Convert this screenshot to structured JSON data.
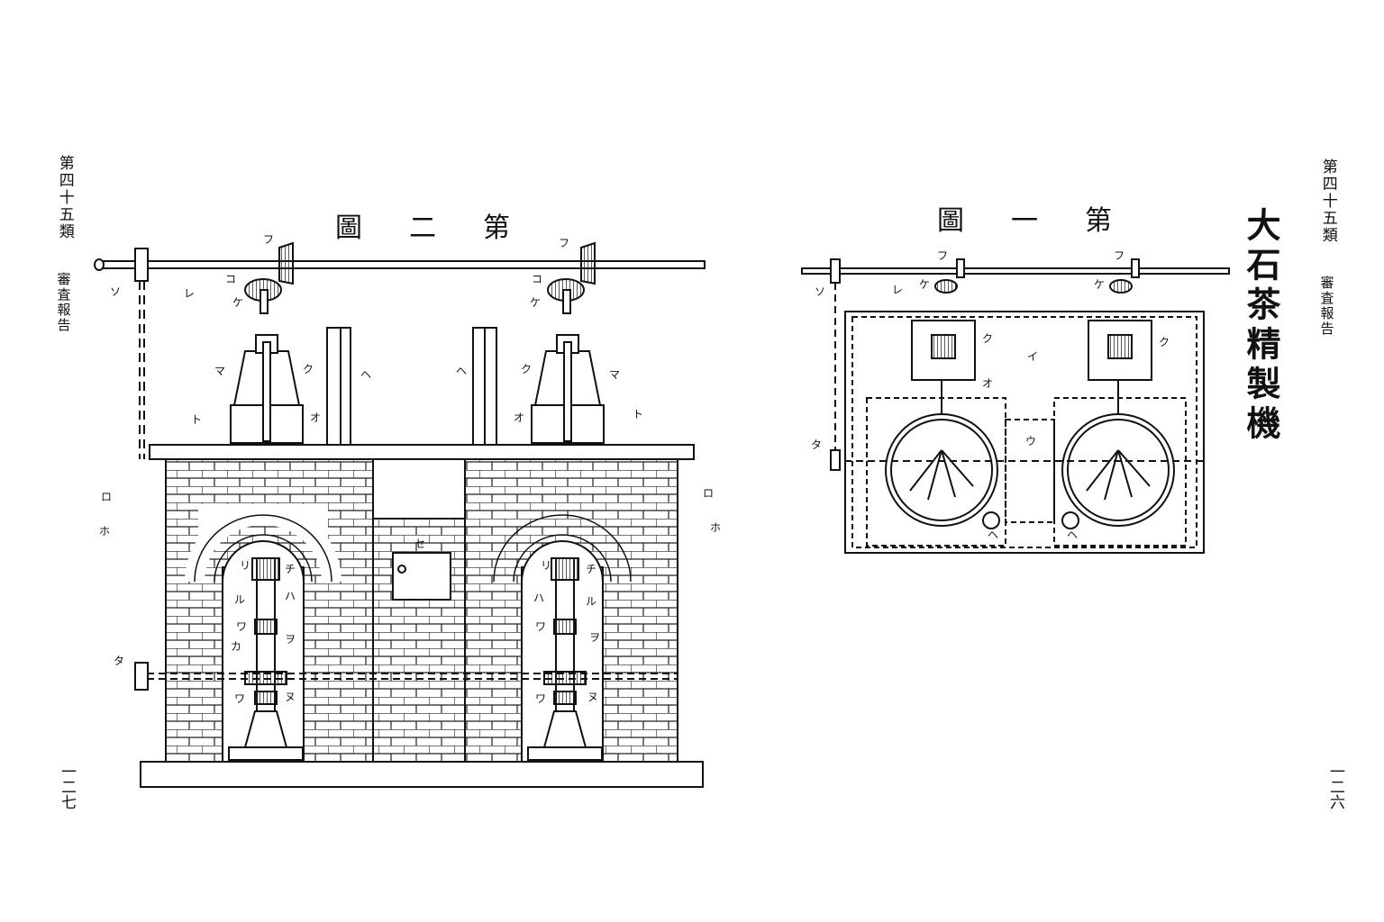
{
  "left_page": {
    "side_heading": "第四十五類",
    "side_heading2": "審査報告",
    "page_number": "一二七",
    "figure_title": "第二圖"
  },
  "right_page": {
    "side_heading": "第四十五類",
    "side_heading2": "審査報告",
    "page_number": "一二六",
    "figure_title": "第一圖",
    "machine_title": "大石茶精製機"
  },
  "fig2_labels": {
    "fu_l": "フ",
    "fu_r": "フ",
    "so": "ソ",
    "re": "レ",
    "ko_l": "コ",
    "ko_r": "コ",
    "ke_l": "ケ",
    "ke_r": "ケ",
    "ma_l": "マ",
    "ma_r": "マ",
    "ku_l": "ク",
    "ku_r": "ク",
    "he_l": "ヘ",
    "he_r": "ヘ",
    "o_l": "オ",
    "o_r": "オ",
    "to_l": "ト",
    "to_r": "ト",
    "ro_l": "ロ",
    "ro_r": "ロ",
    "ho_l": "ホ",
    "ho_r": "ホ",
    "se": "セ",
    "ri_l": "リ",
    "ri_r": "リ",
    "chi_l": "チ",
    "chi_r": "チ",
    "ha_l": "ハ",
    "ha_r": "ハ",
    "ru_l": "ル",
    "ru_r": "ル",
    "wa_l1": "ワ",
    "wa_r1": "ワ",
    "wo_l": "ヲ",
    "wo_r": "ヲ",
    "ka": "カ",
    "ta": "タ",
    "wa_l2": "ワ",
    "wa_r2": "ワ",
    "nu_l": "ヌ",
    "nu_r": "ヌ"
  },
  "fig1_labels": {
    "fu_l": "フ",
    "fu_r": "フ",
    "so": "ソ",
    "re": "レ",
    "ke_l": "ケ",
    "ke_r": "ケ",
    "i": "イ",
    "ku_l": "ク",
    "ku_r": "ク",
    "o": "オ",
    "ta": "タ",
    "u": "ウ",
    "he_l": "ヘ",
    "he_r": "ヘ"
  }
}
